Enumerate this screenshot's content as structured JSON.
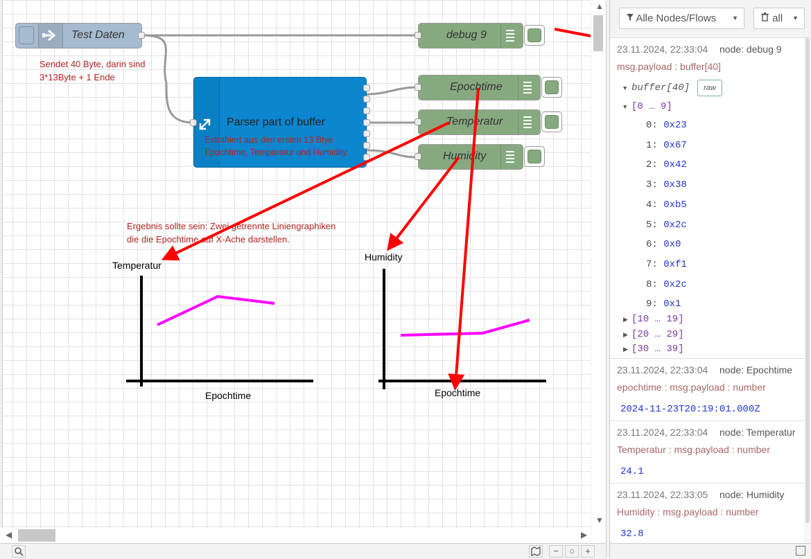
{
  "flow": {
    "inject_node": {
      "label": "Test Daten"
    },
    "debug_node": {
      "label": "debug 9"
    },
    "epochtime_node": {
      "label": "Epochtime"
    },
    "temperatur_node": {
      "label": "Temperatur"
    },
    "humidity_node": {
      "label": "Humidity"
    },
    "parser_node": {
      "label": "Parser part of buffer"
    },
    "comment_inject": [
      "Sendet 40 Byte, darin sind",
      "3*13Byte + 1 Ende"
    ],
    "comment_parser": [
      "Extrahiert aus den ersten 13 Btye",
      "Epochtime, Temperatur und Humidity."
    ],
    "comment_result": [
      "Ergebnis sollte sein: Zwei getrennte Liniengraphiken",
      "die die Epochtime auf X-Ache darstellen."
    ],
    "sketch_left": {
      "ylabel": "Temperatur",
      "xlabel": "Epochtime"
    },
    "sketch_right": {
      "ylabel": "Humidity",
      "xlabel": "Epochtime"
    }
  },
  "sidebar": {
    "filter_label": "Alle Nodes/Flows",
    "clear_label": "all",
    "messages": [
      {
        "time": "23.11.2024, 22:33:04",
        "node": "node: debug 9",
        "topic": "msg.payload : buffer[40]",
        "buffer_label": "buffer[40]",
        "raw_label": "raw",
        "range_open": "[0 … 9]",
        "items": [
          {
            "idx": "0:",
            "val": "0x23"
          },
          {
            "idx": "1:",
            "val": "0x67"
          },
          {
            "idx": "2:",
            "val": "0x42"
          },
          {
            "idx": "3:",
            "val": "0x38"
          },
          {
            "idx": "4:",
            "val": "0xb5"
          },
          {
            "idx": "5:",
            "val": "0x2c"
          },
          {
            "idx": "6:",
            "val": "0x0"
          },
          {
            "idx": "7:",
            "val": "0xf1"
          },
          {
            "idx": "8:",
            "val": "0x2c"
          },
          {
            "idx": "9:",
            "val": "0x1"
          }
        ],
        "ranges_closed": [
          "[10 … 19]",
          "[20 … 29]",
          "[30 … 39]"
        ]
      },
      {
        "time": "23.11.2024, 22:33:04",
        "node": "node: Epochtime",
        "topic": "epochtime : msg.payload : number",
        "value": "2024-11-23T20:19:01.000Z"
      },
      {
        "time": "23.11.2024, 22:33:04",
        "node": "node: Temperatur",
        "topic": "Temperatur : msg.payload : number",
        "value": "24.1"
      },
      {
        "time": "23.11.2024, 22:33:05",
        "node": "node: Humidity",
        "topic": "Humidity : msg.payload : number",
        "value": "32.8"
      }
    ]
  },
  "icons": [
    "arrow-right-icon",
    "expand-icon",
    "list-icon",
    "filter-icon",
    "trash-icon",
    "search-icon",
    "map-icon",
    "zoom-out-icon",
    "zoom-reset-icon",
    "zoom-in-icon",
    "chevron-down-icon"
  ],
  "colors": {
    "inject": "#a6bbcf",
    "debug": "#87a980",
    "function": "#0b86cf",
    "comment": "#b22222",
    "annotation_arrow": "#ff0000",
    "sketch_line": "#ff00ff"
  }
}
